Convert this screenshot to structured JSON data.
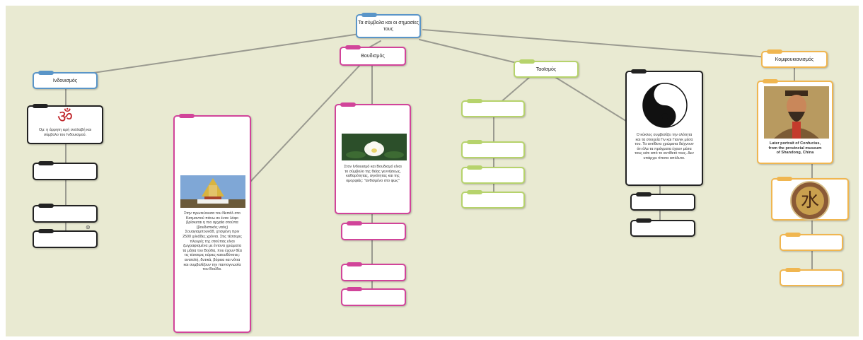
{
  "root": {
    "title": "Τα σύμβολα και οι σημασίες τους"
  },
  "branches": {
    "hinduism": {
      "title": "Ινδουισμός",
      "symbol_text": "Ομ: η άρρητη ιερή συλλαβή και σύμβολο του Ινδουισμού."
    },
    "buddhism": {
      "title": "Βουδισμός",
      "pagoda_text": "Στην πρωτεύουσα του Νεπάλ στο Κατμαντού πάνω σε έναν λόφο βρίσκεται η πιο αρχαία στούπα (βουδιστικός ναός) Σουαγιαμπουνάθ, χτισμένη πριν 2500 χιλιάδες χρόνια. Στις τέσσερις πλευρές της στούπας είναι ζωγραφισμένα με έντονα χρώματα τα μάτια του Βούδα, που έχουν θέα τις τέσσερις κύριες κατευθύνσεις: ανατολή, δυτικά, βόρεια και νότια και συμβολίζουν την παντογνωσία του Βούδα.",
      "lotus_text": "Στον Ινδουισμό και Βουδισμό είναι το σύμβολο της θείας γεννήσεως, καθαρότητας, αγνότητας και της ομορφιάς: \"ανθισμένο στο φως\""
    },
    "taoism": {
      "title": "Ταοϊσμός",
      "yinyang_text": "Ο κύκλος συμβολίζει την ολότητα και τα στοιχεία Γιν και Γιανγκ μέσα του. Τα αντίθετα χρώματα δείχνουν ότι όλα τα πράγματα έχουν μέσα τους κάτι από το αντίθετό τους. Δεν υπάρχει τίποτα απόλυτο."
    },
    "confucianism": {
      "title": "Κομφουκιανισμός",
      "portrait_caption": "Later portrait of Confucius, from the provincial museum of Shandong, China"
    }
  },
  "colors": {
    "canvas": "#e9ead2",
    "link": "#9a9a90",
    "blue": "#5a95c8",
    "pink": "#d1449a",
    "green": "#b6d36c",
    "black": "#222222",
    "orange": "#f0b650"
  },
  "icons": [
    "om-symbol",
    "pagoda-image",
    "lotus-image",
    "yin-yang-symbol",
    "confucius-portrait",
    "water-character-symbol"
  ],
  "symbols": {
    "water_character": "水",
    "om_character": "ॐ"
  }
}
